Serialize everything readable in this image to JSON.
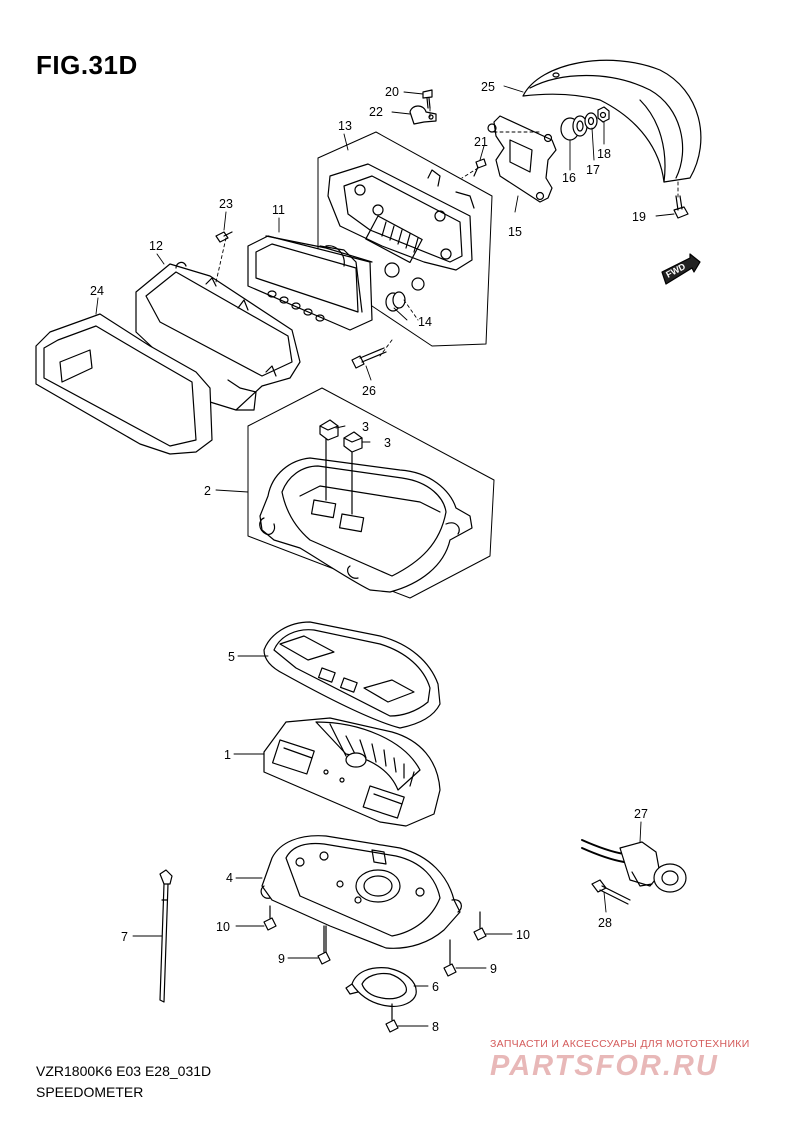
{
  "figure": {
    "title": "FIG.31D",
    "model_code": "VZR1800K6 E03 E28_031D",
    "section_name": "SPEEDOMETER",
    "direction_label": "FWD"
  },
  "callouts": {
    "p1": "1",
    "p2": "2",
    "p3a": "3",
    "p3b": "3",
    "p4": "4",
    "p5": "5",
    "p6": "6",
    "p7": "7",
    "p8": "8",
    "p9a": "9",
    "p9b": "9",
    "p10a": "10",
    "p10b": "10",
    "p11": "11",
    "p12": "12",
    "p13": "13",
    "p14": "14",
    "p15": "15",
    "p16": "16",
    "p17": "17",
    "p18": "18",
    "p19": "19",
    "p20": "20",
    "p21": "21",
    "p22": "22",
    "p23": "23",
    "p24": "24",
    "p25": "25",
    "p26": "26",
    "p27": "27",
    "p28": "28"
  },
  "watermark": {
    "tagline": "ЗАПЧАСТИ И АКСЕССУАРЫ ДЛЯ МОТОТЕХНИКИ",
    "brand": "PARTSFOR.RU"
  },
  "colors": {
    "line": "#000000",
    "background": "#ffffff",
    "watermark": "#d45a5a"
  }
}
